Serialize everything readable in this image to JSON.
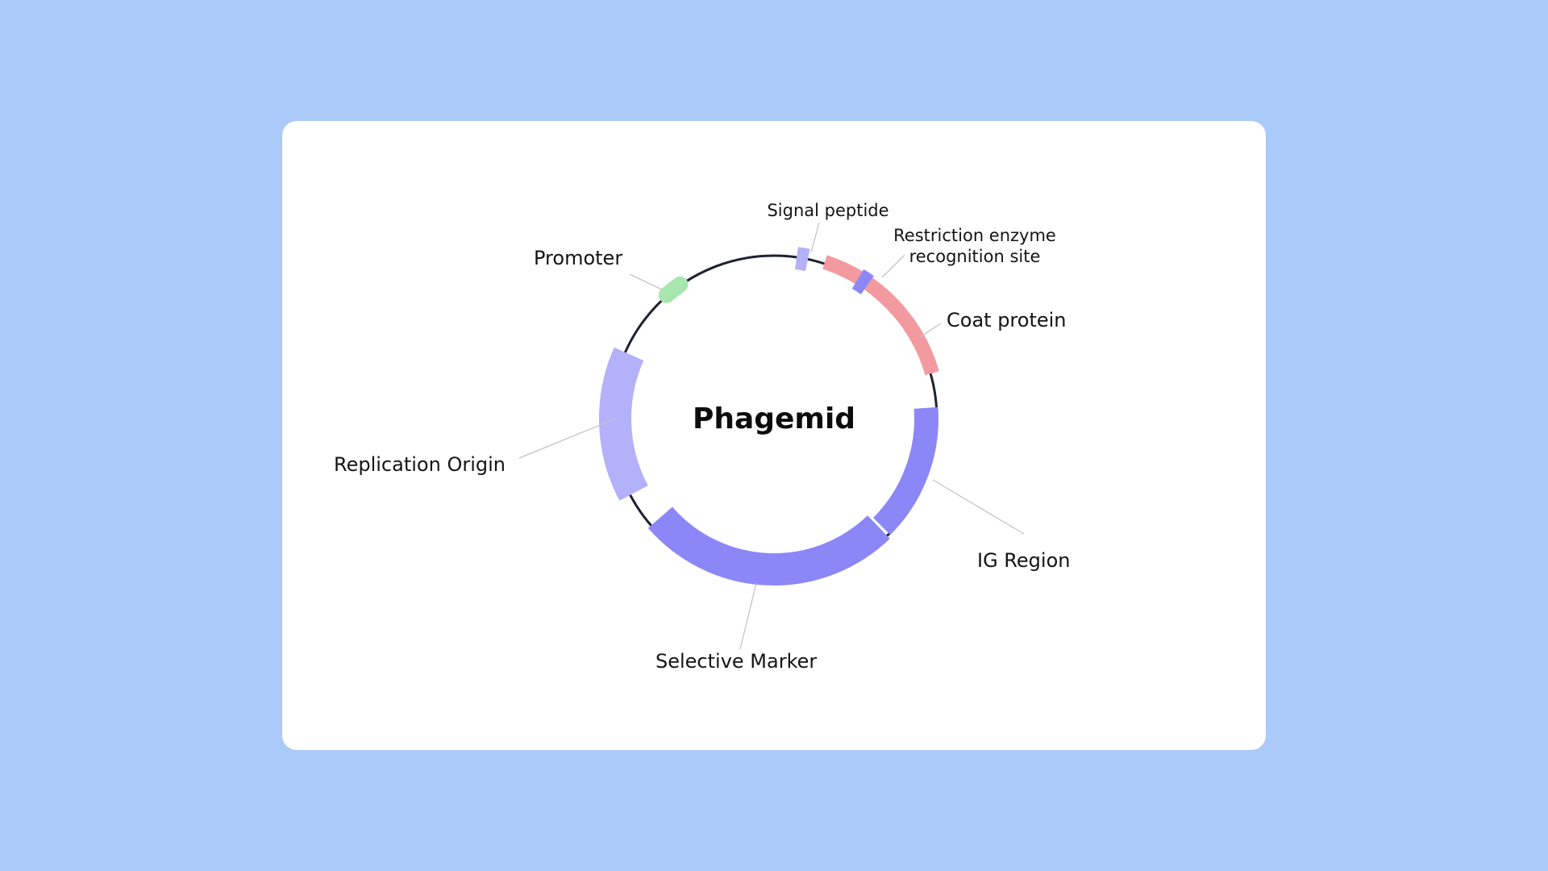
{
  "diagram": {
    "title": "Phagemid",
    "colors": {
      "background": "#aacaf9",
      "card": "#ffffff",
      "backbone": "#1e2130",
      "promoter": "#a8e6b0",
      "replication_origin": "#b3b1fa",
      "selective_marker": "#8b87f7",
      "ig_region": "#8b87f7",
      "coat_protein": "#f39aa0",
      "signal_peptide": "#b3b1fa",
      "restriction_site": "#8b87f7"
    },
    "labels": {
      "signal_peptide": "Signal peptide",
      "restriction_line1": "Restriction enzyme",
      "restriction_line2": "recognition site",
      "promoter": "Promoter",
      "coat_protein": "Coat protein",
      "replication_origin": "Replication Origin",
      "ig_region": "IG Region",
      "selective_marker": "Selective Marker"
    }
  }
}
